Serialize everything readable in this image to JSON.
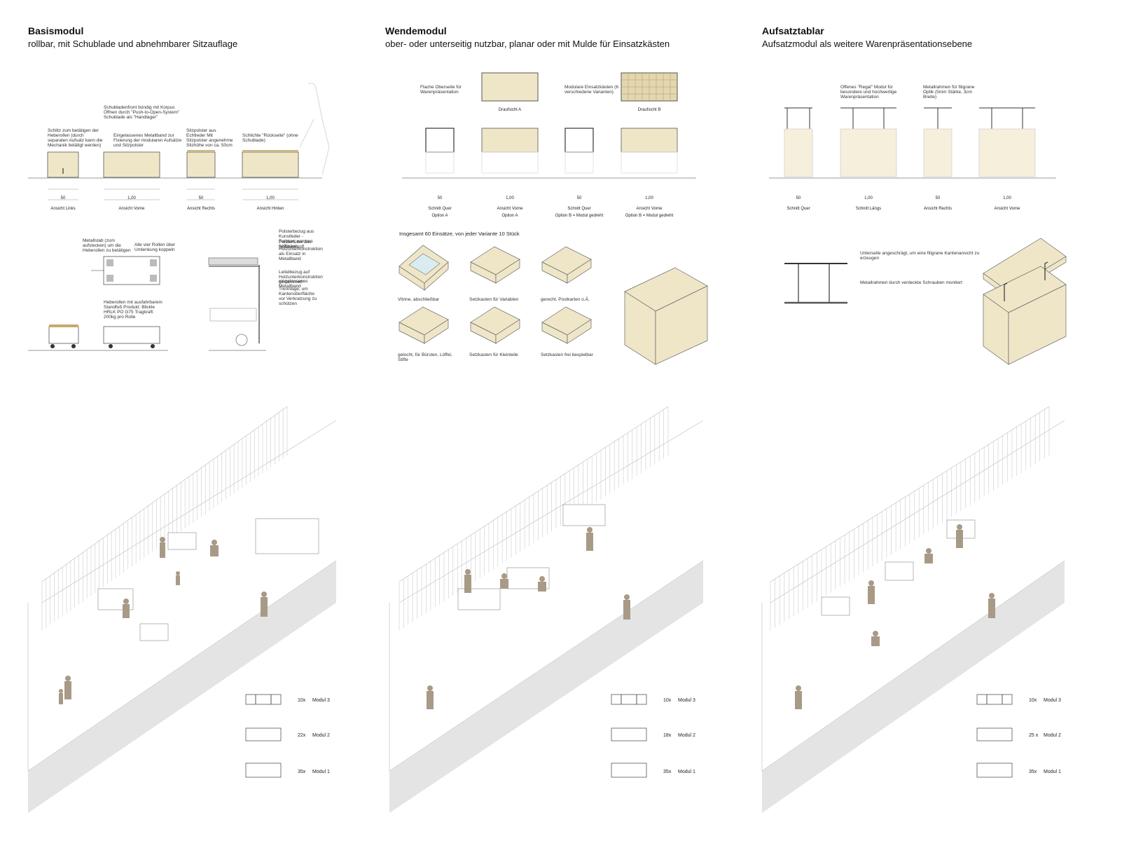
{
  "panels": [
    {
      "title": "Basismodul",
      "subtitle": "rollbar, mit Schublade und abnehmbarer Sitzauflage",
      "views": [
        "Ansicht Links",
        "Ansicht Vorne",
        "Ansicht Rechts",
        "Ansicht Hinten"
      ],
      "dims": [
        "50",
        "1,00",
        "50",
        "1,00"
      ],
      "notes": [
        "Schlitz zum betätigen der Heberollen (durch separaten Aufsatz kann die Mechanik betätigt werden)",
        "Schubladenfront bündig mit Korpus Öffnen durch \"Push-to-Open-System\" Schublade als \"Handlager\"",
        "Eingelassenes Metallband zur Fixierung der modularen Aufsätze und Sitzpolster",
        "Sitzpolster aus Echtleder Mit Sitzpolster angenehme Sitzhöhe von ca. 50cm",
        "Schlichte \"Rückseite\" (ohne Schublade)",
        "Metallstab (zum aufstecken) um die Heberollen zu betätigen",
        "Alle vier Rollen über Umlenkung koppeln",
        "Heberollen mit ausfahrbarem Standfuß Produkt: Blickle HRLK PO G75 Tragkraft: 200kg pro Rolle",
        "Polsterbezug aus Kunstleder - Farbton: warmes hellbraun",
        "Polsterfüller aus Schaumstoff",
        "Holzunterkonstruktion als Einsatz in Metallband",
        "Leitelbezug auf Holzunterkonstruktion geklammert",
        "eingelassenes Metallband",
        "Trennlage, um Kantenoberfläche vor Verkratzung zu schützen"
      ],
      "legend": [
        {
          "count": "10x",
          "label": "Modul 3"
        },
        {
          "count": "22x",
          "label": "Modul 2"
        },
        {
          "count": "35x",
          "label": "Modul 1"
        }
      ]
    },
    {
      "title": "Wendemodul",
      "subtitle": "ober- oder unterseitig nutzbar, planar oder mit Mulde für Einsatzkästen",
      "top_labels": [
        "Draufsicht A",
        "Draufsicht B"
      ],
      "top_notes": [
        "Flache Oberseite für Warenpräsentation",
        "Modulare Einsatzkästen (6 verschiedene Varianten)"
      ],
      "views": [
        "Schnitt Quer",
        "Ansicht Vorne",
        "Schnitt Quer",
        "Ansicht Vorne"
      ],
      "options": [
        "Option A",
        "Option A",
        "Option B = Modul gedreht",
        "Option B = Modul gedreht"
      ],
      "dims": [
        "50",
        "1,00",
        "50",
        "1,00"
      ],
      "inserts_heading": "Insgesamt 60 Einsätze, von jeder Variante 10 Stück",
      "inserts": [
        "Vitrine, abschließbar",
        "Setzkasten für Variablen",
        "gerecht, Postkarten o.Ä.",
        "gelocht, für Bürsten, Löffel, Stifte",
        "Setzkasten für Kleinteile",
        "Setzkasten frei bespielbar"
      ],
      "legend": [
        {
          "count": "10x",
          "label": "Modul 3"
        },
        {
          "count": "18x",
          "label": "Modul 2"
        },
        {
          "count": "35x",
          "label": "Modul 1"
        }
      ]
    },
    {
      "title": "Aufsatztablar",
      "subtitle": "Aufsatzmodul als weitere Warenpräsentationsebene",
      "views": [
        "Schnitt Quer",
        "Schnitt Längs",
        "Ansicht Rechts",
        "Ansicht Vorne"
      ],
      "dims": [
        "50",
        "1,00",
        "50",
        "1,00"
      ],
      "notes": [
        "Offenes \"Regal\" Modul für besondere und hochwertige Warenpräsentation",
        "Metallrahmen für filigrane Optik (5mm Stärke, 3cm Breite)",
        "Unterseite angeschrägt, um eine filigrane Kantenansicht zu erzeugen",
        "Metallrahmen durch verdeckte Schrauben montiert"
      ],
      "legend": [
        {
          "count": "10x",
          "label": "Modul 3"
        },
        {
          "count": "25 x",
          "label": "Modul 2"
        },
        {
          "count": "35x",
          "label": "Modul 1"
        }
      ]
    }
  ],
  "colors": {
    "wood": "#efe6c8",
    "line": "#555555",
    "figure": "#a89a86",
    "fence": "#9a9a9a"
  }
}
